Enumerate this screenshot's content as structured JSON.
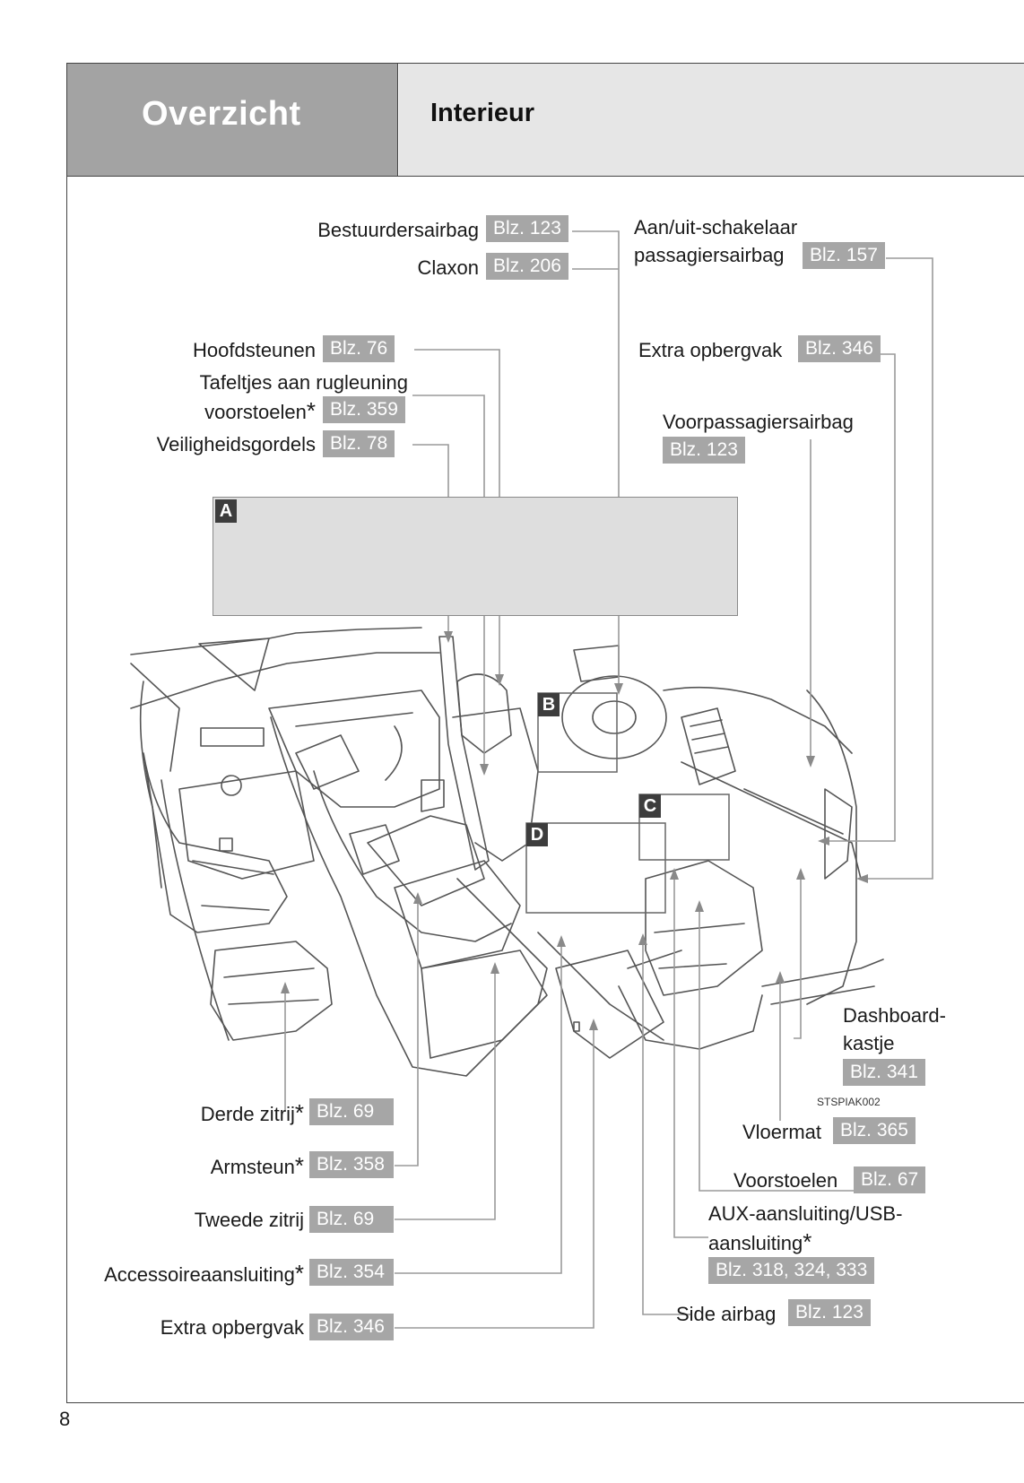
{
  "header": {
    "section": "Overzicht",
    "title": "Interieur"
  },
  "inset_label": "A",
  "zoom_labels": [
    "B",
    "C",
    "D"
  ],
  "illustration_code": "STSPIAK002",
  "page_number": "8",
  "callouts": {
    "bestuurdersairbag": {
      "label": "Bestuurdersairbag",
      "ref": "Blz. 123"
    },
    "claxon": {
      "label": "Claxon",
      "ref": "Blz. 206"
    },
    "schakelaar_l1": "Aan/uit-schakelaar",
    "schakelaar_l2": "passagiersairbag",
    "schakelaar_ref": "Blz. 157",
    "hoofdsteunen": {
      "label": "Hoofdsteunen",
      "ref": "Blz. 76"
    },
    "tafeltjes_l1": "Tafeltjes aan rugleuning",
    "tafeltjes_l2": "voorstoelen",
    "tafeltjes_ref": "Blz. 359",
    "veiligheidsgordels": {
      "label": "Veiligheidsgordels",
      "ref": "Blz. 78"
    },
    "extra_opbergvak_top": {
      "label": "Extra opbergvak",
      "ref": "Blz. 346"
    },
    "voorpassagiersairbag": {
      "label": "Voorpassagiersairbag",
      "ref": "Blz. 123"
    },
    "dashboardkastje_l1": "Dashboard-",
    "dashboardkastje_l2": "kastje",
    "dashboardkastje_ref": "Blz. 341",
    "vloermat": {
      "label": "Vloermat",
      "ref": "Blz. 365"
    },
    "voorstoelen": {
      "label": "Voorstoelen",
      "ref": "Blz. 67"
    },
    "aux_l1": "AUX-aansluiting/USB-",
    "aux_l2": "aansluiting",
    "aux_ref": "Blz. 318, 324, 333",
    "side_airbag": {
      "label": "Side airbag",
      "ref": "Blz. 123"
    },
    "derde_zitrij": {
      "label": "Derde zitrij",
      "ref": "Blz. 69"
    },
    "armsteun": {
      "label": "Armsteun",
      "ref": "Blz. 358"
    },
    "tweede_zitrij": {
      "label": "Tweede zitrij",
      "ref": "Blz. 69"
    },
    "accessoire": {
      "label": "Accessoireaansluiting",
      "ref": "Blz. 354"
    },
    "extra_opbergvak_bottom": {
      "label": "Extra opbergvak",
      "ref": "Blz. 346"
    }
  },
  "optional_marker": "*"
}
